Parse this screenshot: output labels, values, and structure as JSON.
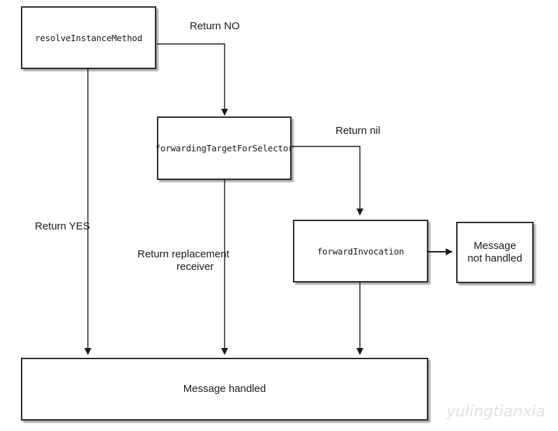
{
  "nodes": {
    "resolve": "resolveInstanceMethod",
    "forwarding_target": "forwardingTargetForSelector",
    "forward_invocation": "forwardInvocation",
    "not_handled": "Message\nnot handled",
    "handled": "Message handled"
  },
  "edge_labels": {
    "return_no": "Return NO",
    "return_nil": "Return nil",
    "return_yes": "Return YES",
    "return_replacement_line1": "Return replacement",
    "return_replacement_line2": "receiver"
  },
  "watermark": "yulingtianxia"
}
